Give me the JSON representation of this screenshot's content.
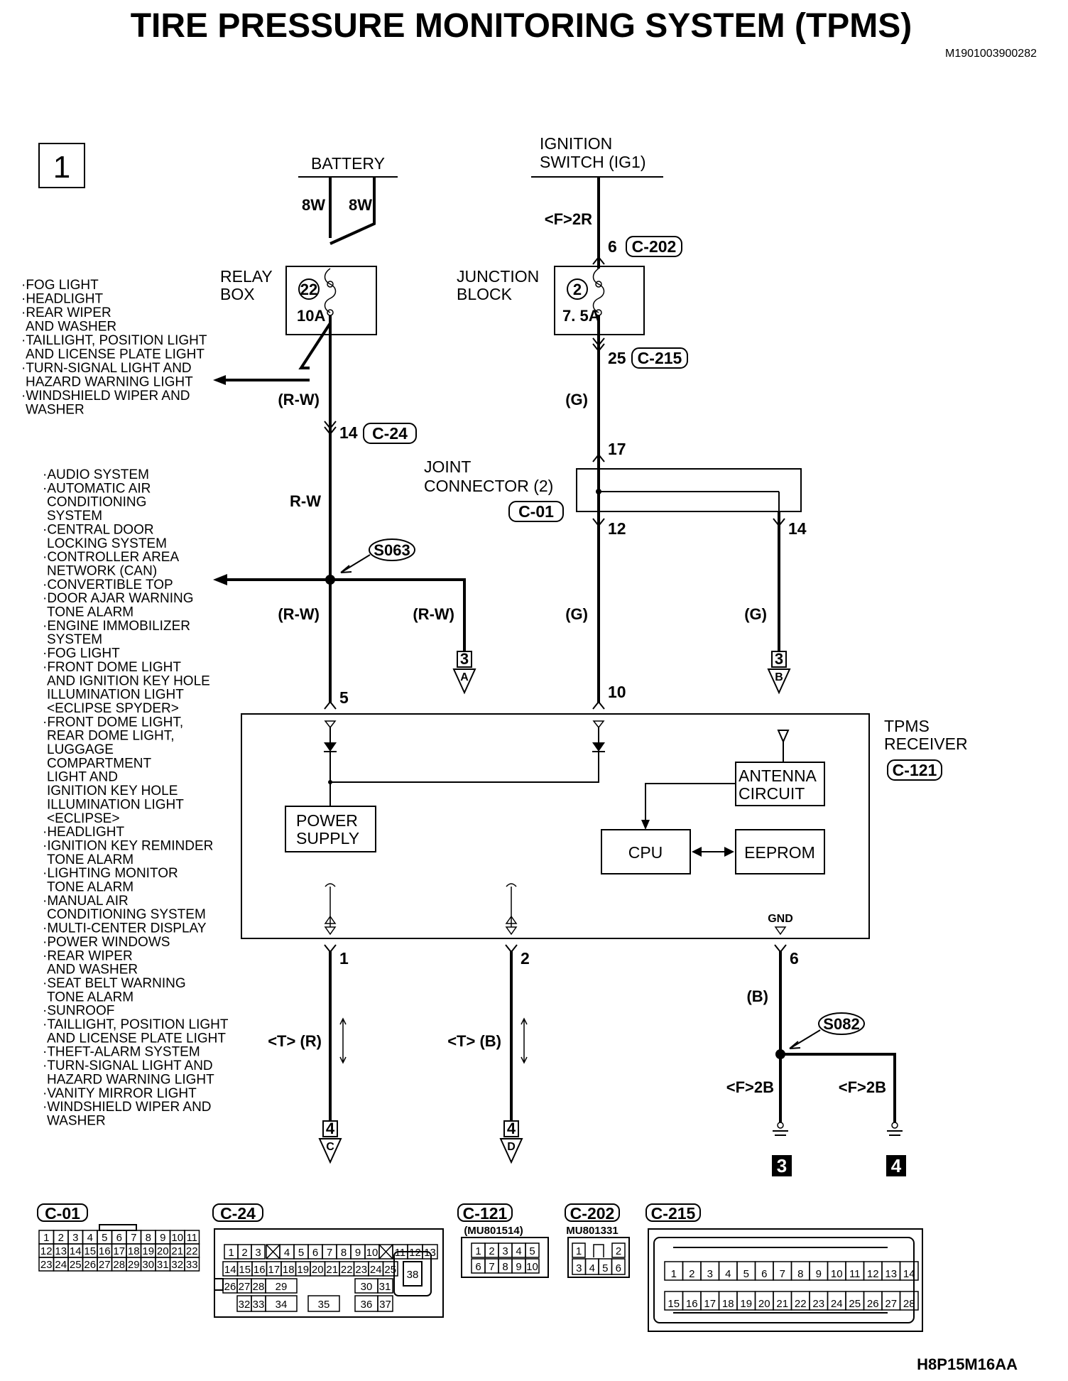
{
  "title": "TIRE PRESSURE MONITORING SYSTEM (TPMS)",
  "doc_id": "M1901003900282",
  "figure_id": "H8P15M16AA",
  "page_number": "1",
  "sources": {
    "battery": "BATTERY",
    "ignition": [
      "IGNITION",
      "SWITCH (IG1)"
    ]
  },
  "relay_box": {
    "name": [
      "RELAY",
      "BOX"
    ],
    "fuse_no": "22",
    "fuse_rating": "10A"
  },
  "junction_block": {
    "name": [
      "JUNCTION",
      "BLOCK"
    ],
    "fuse_no": "2",
    "fuse_rating": "7. 5A"
  },
  "joint_connector": {
    "name": [
      "JOINT",
      "CONNECTOR (2)"
    ],
    "connector": "C-01"
  },
  "receiver": {
    "name": [
      "TPMS",
      "RECEIVER"
    ],
    "connector": "C-121",
    "blocks": {
      "power": [
        "POWER",
        "SUPPLY"
      ],
      "antenna": [
        "ANTENNA",
        "CIRCUIT"
      ],
      "cpu": "CPU",
      "eeprom": "EEPROM",
      "gnd": "GND"
    }
  },
  "splices": {
    "s1": "S063",
    "s2": "S082"
  },
  "wire_labels": {
    "w8a": "8W",
    "w8b": "8W",
    "f2r": "<F>2R",
    "rw_p1": "(R-W)",
    "rw": "R-W",
    "rw_p2": "(R-W)",
    "rw_p3": "(R-W)",
    "g1": "(G)",
    "g2": "(G)",
    "g3": "(G)",
    "b": "(B)",
    "tr": "<T> (R)",
    "tb": "<T> (B)",
    "f2b1": "<F>2B",
    "f2b2": "<F>2B"
  },
  "pins": {
    "p6": "6",
    "c202": "C-202",
    "p25": "25",
    "c215": "C-215",
    "p14": "14",
    "c24": "C-24",
    "p17": "17",
    "p12": "12",
    "p14b": "14",
    "p5": "5",
    "p10": "10",
    "p1": "1",
    "p2": "2",
    "p6b": "6"
  },
  "refs": {
    "a_num": "3",
    "a_let": "A",
    "b_num": "3",
    "b_let": "B",
    "c_num": "4",
    "c_let": "C",
    "d_num": "4",
    "d_let": "D",
    "g3": "3",
    "g4": "4"
  },
  "relay_loads": [
    "·FOG LIGHT",
    "·HEADLIGHT",
    "·REAR WIPER",
    " AND WASHER",
    "·TAILLIGHT, POSITION LIGHT",
    " AND LICENSE PLATE LIGHT",
    "·TURN-SIGNAL LIGHT AND",
    " HAZARD WARNING LIGHT",
    "·WINDSHIELD WIPER AND",
    " WASHER"
  ],
  "splice_loads": [
    "·AUDIO SYSTEM",
    "·AUTOMATIC AIR",
    " CONDITIONING",
    " SYSTEM",
    "·CENTRAL DOOR",
    " LOCKING SYSTEM",
    "·CONTROLLER AREA",
    " NETWORK (CAN)",
    "·CONVERTIBLE TOP",
    "·DOOR AJAR WARNING",
    " TONE ALARM",
    "·ENGINE IMMOBILIZER",
    " SYSTEM",
    "·FOG LIGHT",
    "·FRONT DOME LIGHT",
    " AND IGNITION KEY HOLE",
    " ILLUMINATION LIGHT",
    " <ECLIPSE SPYDER>",
    "·FRONT DOME LIGHT,",
    " REAR DOME LIGHT,",
    " LUGGAGE",
    " COMPARTMENT",
    " LIGHT AND",
    " IGNITION KEY HOLE",
    " ILLUMINATION LIGHT",
    " <ECLIPSE>",
    "·HEADLIGHT",
    "·IGNITION KEY REMINDER",
    " TONE ALARM",
    "·LIGHTING MONITOR",
    " TONE ALARM",
    "·MANUAL AIR",
    " CONDITIONING SYSTEM",
    "·MULTI-CENTER DISPLAY",
    "·POWER WINDOWS",
    "·REAR WIPER",
    " AND WASHER",
    "·SEAT BELT WARNING",
    " TONE ALARM",
    "·SUNROOF",
    "·TAILLIGHT, POSITION LIGHT",
    " AND LICENSE PLATE LIGHT",
    "·THEFT-ALARM SYSTEM",
    "·TURN-SIGNAL LIGHT AND",
    " HAZARD WARNING LIGHT",
    "·VANITY MIRROR LIGHT",
    "·WINDSHIELD WIPER AND",
    " WASHER"
  ],
  "connectors": {
    "c01": {
      "label": "C-01",
      "rows": [
        [
          "1",
          "2",
          "3",
          "4",
          "5",
          "6",
          "7",
          "8",
          "9",
          "10",
          "11"
        ],
        [
          "12",
          "13",
          "14",
          "15",
          "16",
          "17",
          "18",
          "19",
          "20",
          "21",
          "22"
        ],
        [
          "23",
          "24",
          "25",
          "26",
          "27",
          "28",
          "29",
          "30",
          "31",
          "32",
          "33"
        ]
      ]
    },
    "c24": {
      "label": "C-24",
      "row1a": [
        "1",
        "2",
        "3"
      ],
      "row1b": [
        "4",
        "5",
        "6",
        "7",
        "8",
        "9",
        "10"
      ],
      "row1c": [
        "11",
        "12",
        "13"
      ],
      "row2": [
        "14",
        "15",
        "16",
        "17",
        "18",
        "19",
        "20",
        "21",
        "22",
        "23",
        "24",
        "25"
      ],
      "row3": [
        "26",
        "27",
        "28",
        "29",
        "30",
        "31"
      ],
      "row4": [
        "32",
        "33",
        "34",
        "35",
        "36",
        "37"
      ],
      "big": "38"
    },
    "c121": {
      "label": "C-121",
      "part": "(MU801514)",
      "rows": [
        [
          "1",
          "2",
          "3",
          "4",
          "5"
        ],
        [
          "6",
          "7",
          "8",
          "9",
          "10"
        ]
      ]
    },
    "c202": {
      "label": "C-202",
      "part": "MU801331",
      "top": [
        "1",
        "2"
      ],
      "bottom": [
        "3",
        "4",
        "5",
        "6"
      ]
    },
    "c215": {
      "label": "C-215",
      "rows": [
        [
          "1",
          "2",
          "3",
          "4",
          "5",
          "6",
          "7",
          "8",
          "9",
          "10",
          "11",
          "12",
          "13",
          "14"
        ],
        [
          "15",
          "16",
          "17",
          "18",
          "19",
          "20",
          "21",
          "22",
          "23",
          "24",
          "25",
          "26",
          "27",
          "28"
        ]
      ]
    }
  }
}
